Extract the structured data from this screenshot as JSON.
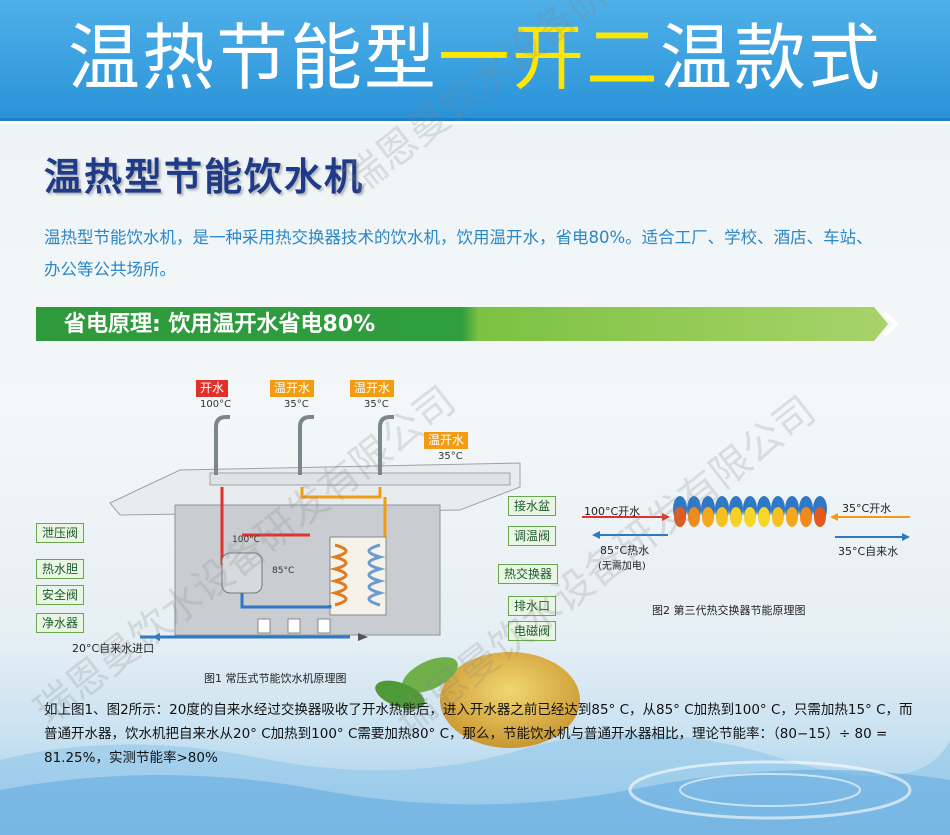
{
  "banner": {
    "title_white": "温热节能型",
    "title_yellow": "一开二",
    "title_white2": "温款式"
  },
  "section_title": "温热型节能饮水机",
  "intro": "温热型节能饮水机，是一种采用热交换器技术的饮水机，饮用温开水，省电80%。适合工厂、学校、酒店、车站、办公等公共场所。",
  "principle_bar": "省电原理: 饮用温开水省电80%",
  "fig1": {
    "taps": [
      {
        "label": "开水",
        "temp": "100°C"
      },
      {
        "label": "温开水",
        "temp": "35°C"
      },
      {
        "label": "温开水",
        "temp": "35°C"
      },
      {
        "label": "温开水",
        "temp": "35°C"
      }
    ],
    "left_labels": [
      "泄压阀",
      "热水胆",
      "安全阀",
      "净水器"
    ],
    "right_labels": [
      "接水盆",
      "调温阀",
      "热交换器",
      "排水口",
      "电磁阀"
    ],
    "inner_temps": [
      "100°C",
      "85°C"
    ],
    "inlet": "20°C自来水进口",
    "caption": "图1 常压式节能饮水机原理图"
  },
  "fig2": {
    "out_left": "100°C开水",
    "in_left": "85°C热水",
    "in_left_note": "(无需加电)",
    "out_right": "35°C开水",
    "in_right": "35°C自来水",
    "caption": "图2 第三代热交换器节能原理图"
  },
  "body_text": "如上图1、图2所示：20度的自来水经过交换器吸收了开水热能后，进入开水器之前已经达到85° C，从85° C加热到100° C，只需加热15° C，而普通开水器，饮水机把自来水从20° C加热到100° C需要加热80° C，那么，节能饮水机与普通开水器相比，理论节能率：（80−15）÷ 80 = 81.25%，实测节能率>80%",
  "watermark": "瑞恩曼饮水设备研发有限公司"
}
